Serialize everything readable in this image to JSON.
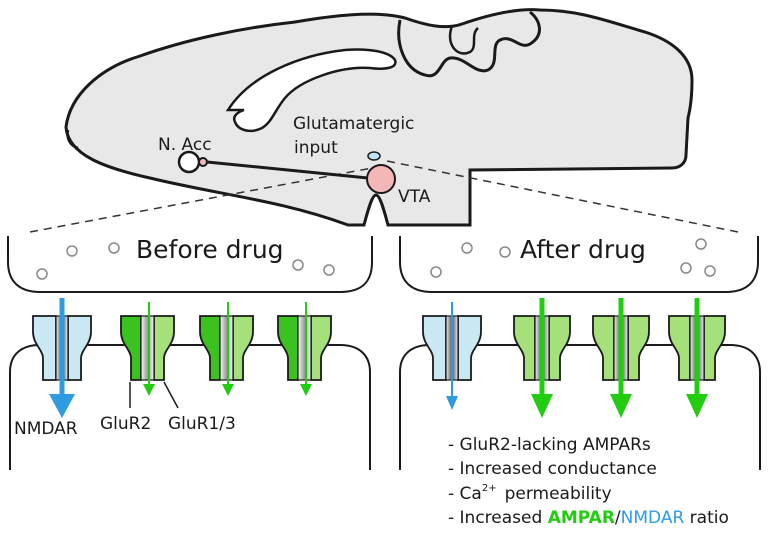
{
  "labels": {
    "n_acc": "N. Acc",
    "glutamatergic_line1": "Glutamatergic",
    "glutamatergic_line2": "input",
    "vta": "VTA",
    "before_drug": "Before drug",
    "after_drug": "After drug",
    "nmdar": "NMDAR",
    "glur2": "GluR2",
    "glur1_3": "GluR1/3"
  },
  "notes": {
    "line1": "- GluR2-lacking AMPARs",
    "line2": "- Increased conductance",
    "line3_prefix": "- Ca",
    "line3_sup": "2+",
    "line3_suffix": "permeability",
    "line4_prefix": "- Increased ",
    "line4_ampar": "AMPAR",
    "line4_slash": "/",
    "line4_nmdar": "NMDAR",
    "line4_suffix": " ratio"
  },
  "colors": {
    "brain_fill": "#e8e8e8",
    "vta_fill": "#f4b7b7",
    "glut_fill": "#bfe3f2",
    "nmdar_fill": "#cbe8f5",
    "nmdar_arrow": "#2e9be0",
    "glur2_fill": "#3cc21e",
    "glur13_fill": "#a6e07a",
    "ampar_arrow": "#22cc11",
    "ampar_text": "#22cc11",
    "nmdar_text": "#2e9be0"
  }
}
